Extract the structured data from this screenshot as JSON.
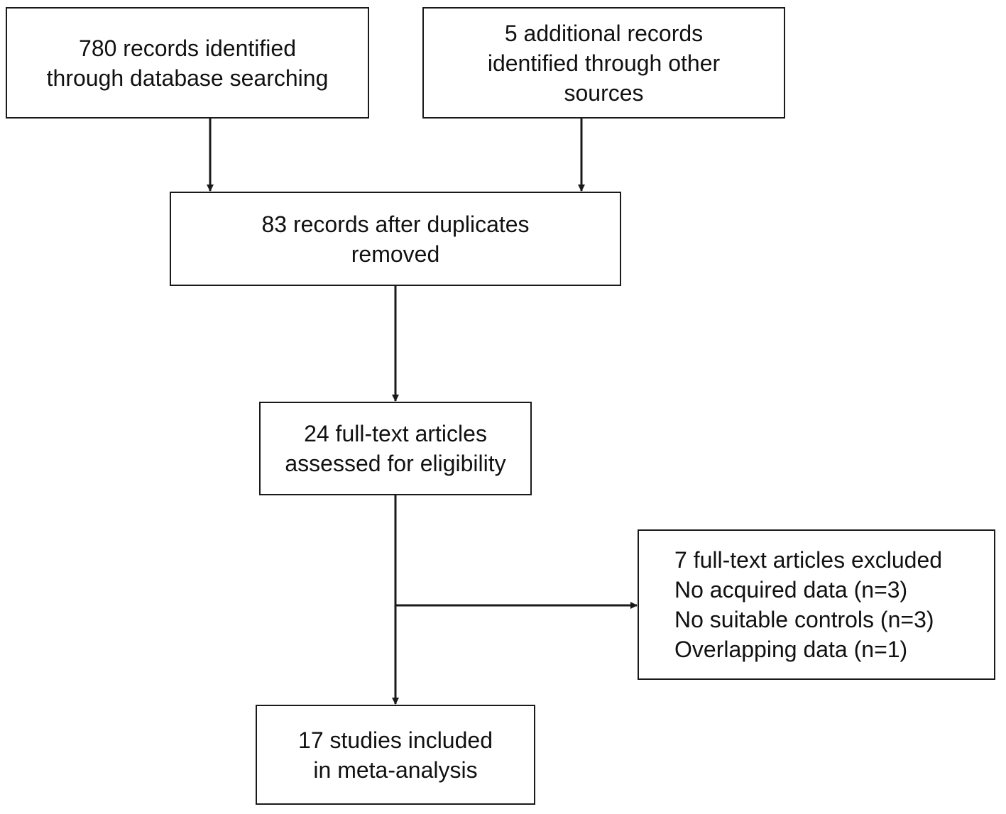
{
  "flowchart": {
    "identified_db": {
      "lines": [
        "780  records identified",
        "through database searching"
      ]
    },
    "identified_other": {
      "lines": [
        "5 additional records",
        "identified through other",
        "sources"
      ]
    },
    "after_duplicates": {
      "lines": [
        "83 records after duplicates",
        "removed"
      ]
    },
    "assessed": {
      "lines": [
        "24 full-text articles",
        "assessed for eligibility"
      ]
    },
    "excluded": {
      "lines": [
        "7 full-text articles excluded",
        "No acquired data (n=3)",
        "No suitable controls (n=3)",
        "Overlapping data (n=1)"
      ]
    },
    "included": {
      "lines": [
        "17 studies included",
        "in meta-analysis"
      ]
    }
  },
  "colors": {
    "stroke": "#1a1a1a",
    "background": "#ffffff"
  }
}
